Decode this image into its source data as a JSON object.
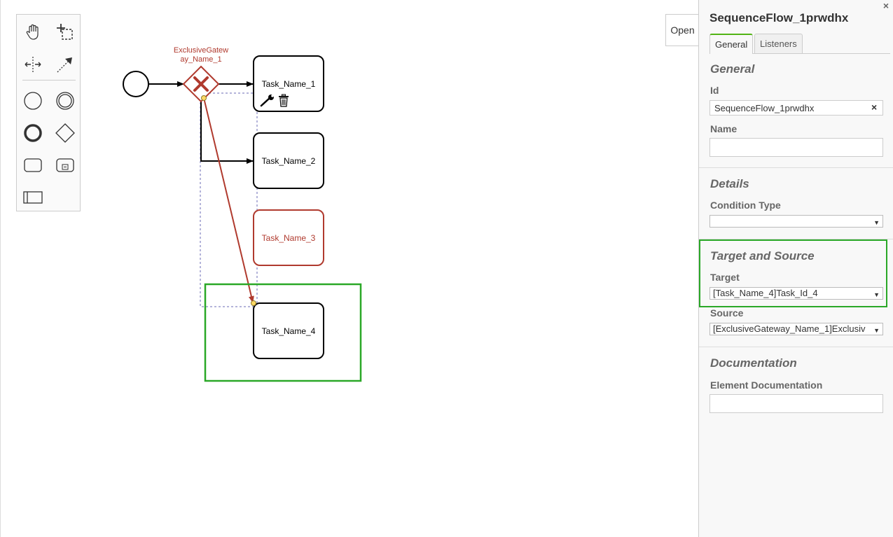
{
  "canvas": {
    "open_button": "Open",
    "gateway_label_line1": "ExclusiveGatew",
    "gateway_label_line2": "ay_Name_1",
    "tasks": [
      {
        "label": "Task_Name_1"
      },
      {
        "label": "Task_Name_2"
      },
      {
        "label": "Task_Name_3"
      },
      {
        "label": "Task_Name_4"
      }
    ],
    "colors": {
      "selected_flow": "#b03a2e",
      "highlight": "#2aa827"
    }
  },
  "palette": {
    "tools": [
      "hand-tool-icon",
      "lasso-tool-icon",
      "space-tool-icon",
      "connect-tool-icon",
      "start-event-icon",
      "intermediate-event-icon",
      "end-event-icon",
      "gateway-icon",
      "task-icon",
      "subprocess-icon",
      "participant-icon"
    ]
  },
  "panel": {
    "title": "SequenceFlow_1prwdhx",
    "tabs": [
      "General",
      "Listeners"
    ],
    "groups": {
      "general": {
        "title": "General",
        "id_label": "Id",
        "id_value": "SequenceFlow_1prwdhx",
        "name_label": "Name",
        "name_value": ""
      },
      "details": {
        "title": "Details",
        "condition_type_label": "Condition Type",
        "condition_type_value": ""
      },
      "target_source": {
        "title": "Target and Source",
        "target_label": "Target",
        "target_value": "[Task_Name_4]Task_Id_4",
        "source_label": "Source",
        "source_value": "[ExclusiveGateway_Name_1]Exclusiv"
      },
      "documentation": {
        "title": "Documentation",
        "element_doc_label": "Element Documentation",
        "element_doc_value": ""
      }
    }
  }
}
